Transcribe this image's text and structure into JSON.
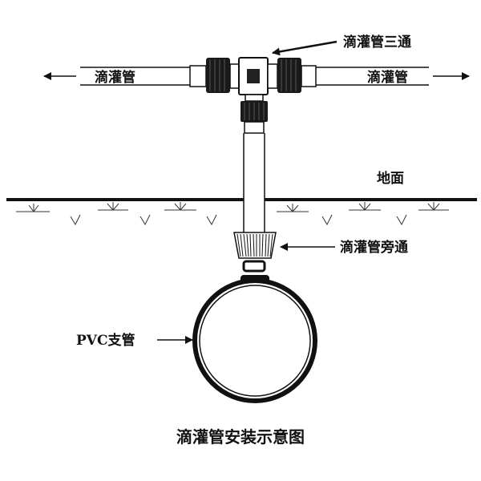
{
  "labels": {
    "tee": "滴灌管三通",
    "drip_left": "滴灌管",
    "drip_right": "滴灌管",
    "ground": "地面",
    "bypass": "滴灌管旁通",
    "pvc": "PVC支管",
    "caption": "滴灌管安装示意图"
  },
  "colors": {
    "ink": "#111111",
    "background": "#ffffff"
  }
}
